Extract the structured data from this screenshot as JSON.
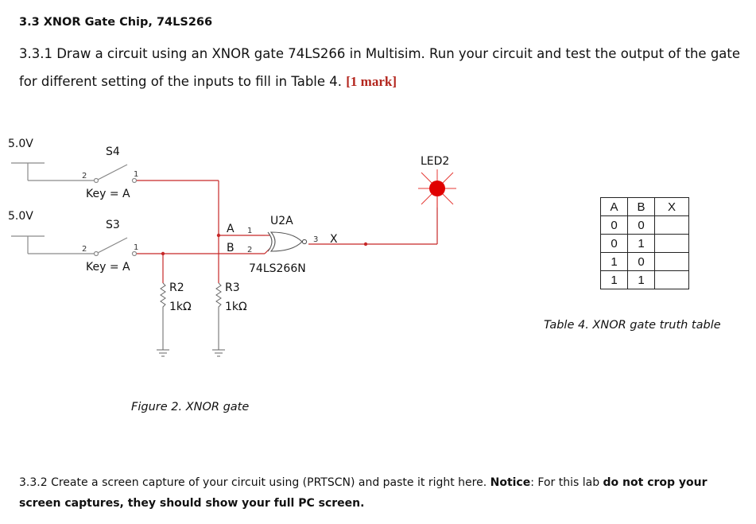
{
  "heading": "3.3 XNOR Gate Chip, 74LS266",
  "para1": {
    "line1": "3.3.1 Draw a circuit using an XNOR gate 74LS266 in Multisim. Run your circuit and test the output of the gate",
    "line2": "for different setting of the inputs to fill in Table 4. ",
    "mark": "[1 mark]"
  },
  "circuit": {
    "vcc_top": "5.0V",
    "vcc_bottom": "5.0V",
    "s4_label": "S4",
    "s4_pin2": "2",
    "s4_pin1": "1",
    "s4_key": "Key = A",
    "s3_label": "S3",
    "s3_pin2": "2",
    "s3_pin1": "1",
    "s3_key": "Key = A",
    "led_label": "LED2",
    "gate_name": "U2A",
    "gate_part": "74LS266N",
    "input_a": "A",
    "input_b": "B",
    "pin1": "1",
    "pin2": "2",
    "pin3": "3",
    "output_x": "X",
    "r2_label": "R2",
    "r2_value": "1kΩ",
    "r3_label": "R3",
    "r3_value": "1kΩ",
    "led_color": "#e00000"
  },
  "figure_caption": "Figure 2. XNOR gate",
  "table": {
    "headers": [
      "A",
      "B",
      "X"
    ],
    "rows": [
      [
        "0",
        "0",
        ""
      ],
      [
        "0",
        "1",
        ""
      ],
      [
        "1",
        "0",
        ""
      ],
      [
        "1",
        "1",
        ""
      ]
    ]
  },
  "table_caption": "Table 4. XNOR gate truth table",
  "para2": {
    "line1_start": "3.3.2 Create a screen capture of your circuit using (PRTSCN) and paste it right here. ",
    "notice": "Notice",
    "line1_mid": ": For this lab ",
    "no_crop": "do not crop your",
    "line2": "screen captures, they should show your full PC screen."
  }
}
